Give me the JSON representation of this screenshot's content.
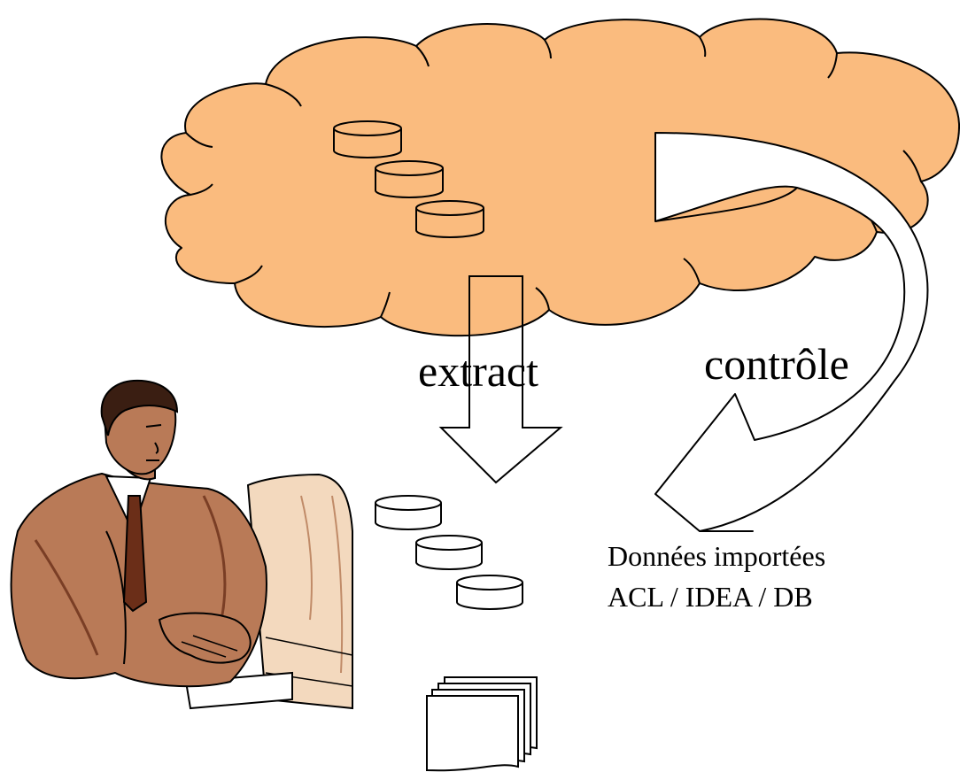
{
  "labels": {
    "extract": "extract",
    "controle": "contrôle",
    "imported_line1": "Données importées",
    "imported_line2": "ACL / IDEA / DB"
  },
  "colors": {
    "cloud_fill": "#FABB7E",
    "person_skin": "#B97A57",
    "jacket_dark": "#A9674A",
    "monitor_tint": "#F3D9BE",
    "stroke": "#000000"
  },
  "icons": {
    "cloud": "cloud-shape",
    "source_databases": "database-cylinder-icon",
    "extracted_databases": "database-cylinder-icon",
    "documents": "document-stack-icon",
    "person": "person-at-computer-clipart"
  }
}
